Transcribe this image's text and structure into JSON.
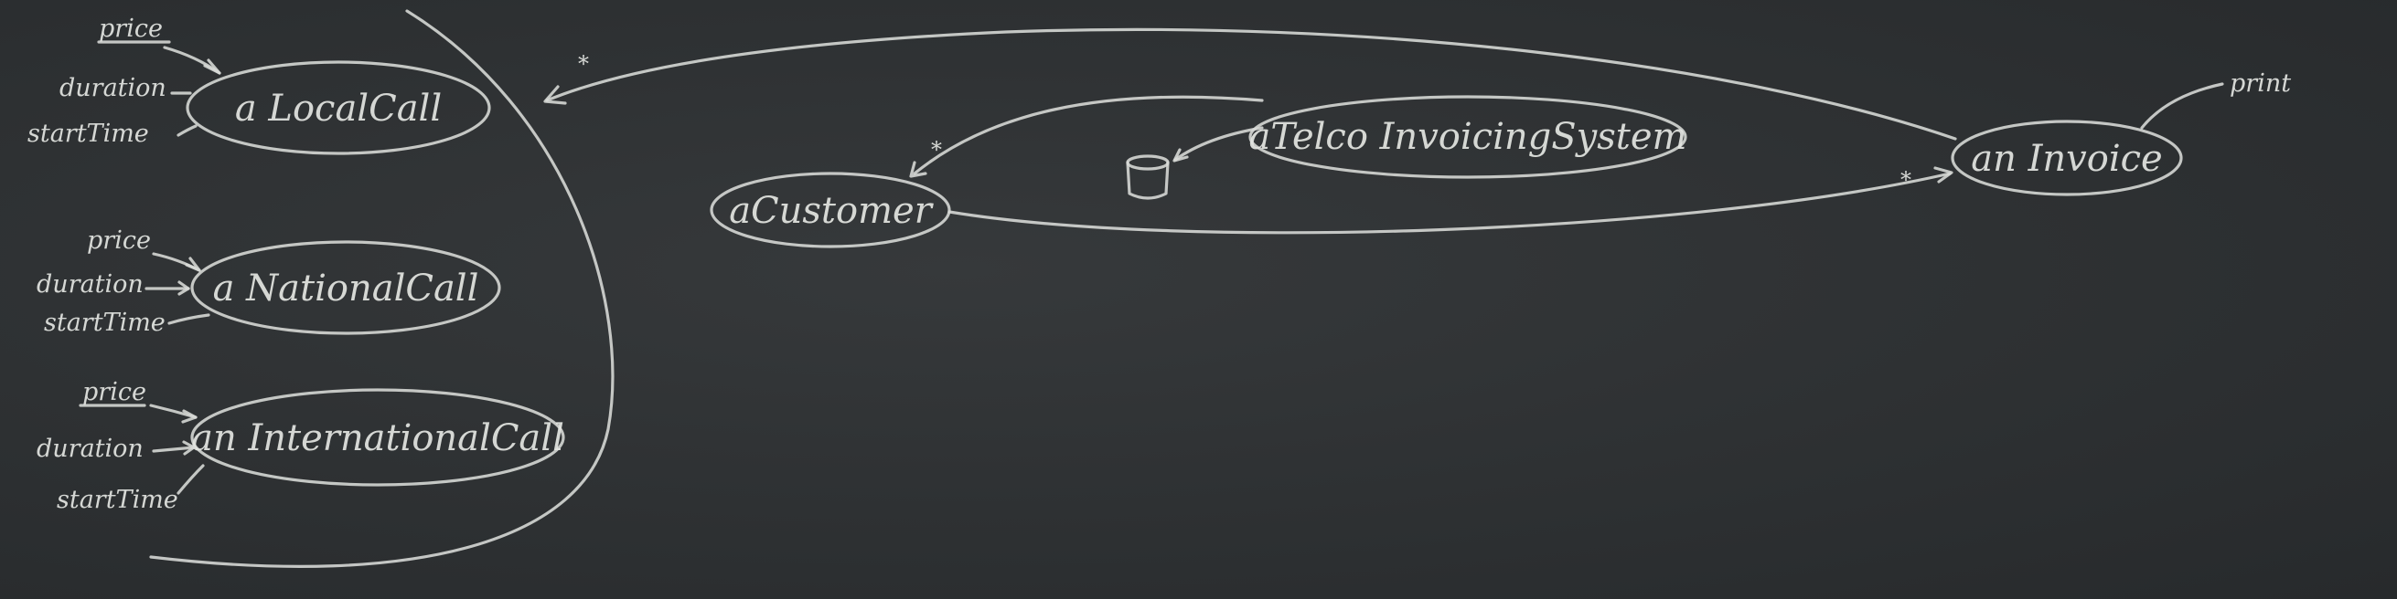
{
  "objects": {
    "local_call": "a LocalCall",
    "national_call": "a NationalCall",
    "international_call": "an InternationalCall",
    "customer": "aCustomer",
    "telco_system": "aTelco InvoicingSystem",
    "invoice": "an Invoice"
  },
  "attributes": {
    "local_call": [
      "price",
      "duration",
      "startTime"
    ],
    "national_call": [
      "price",
      "duration",
      "startTime"
    ],
    "international_call": [
      "price",
      "duration",
      "startTime"
    ]
  },
  "invoice_message": "print",
  "multiplicities": {
    "invoice_to_calls": "*",
    "system_to_customer": "*",
    "customer_to_invoice": "*"
  }
}
